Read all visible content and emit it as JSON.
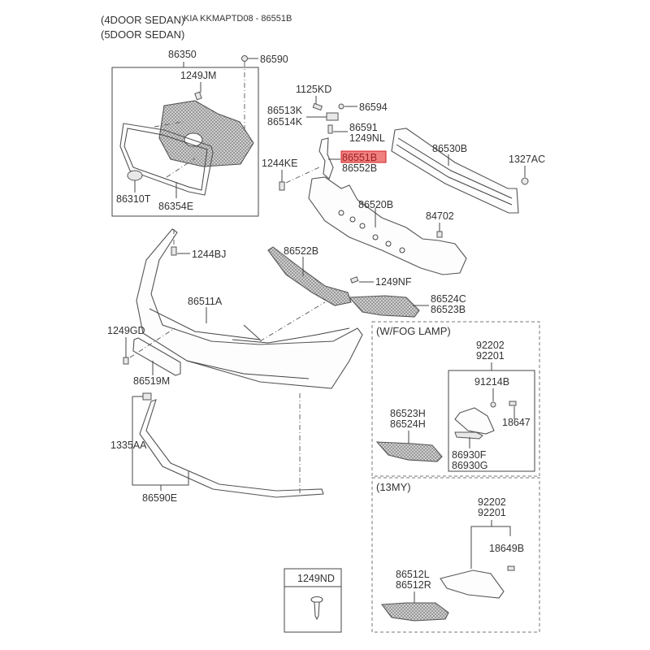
{
  "title": "KIA KKMAPTD08 - 86551B",
  "variants": [
    "(4DOOR SEDAN)",
    "(5DOOR SEDAN)"
  ],
  "highlight": {
    "part": "86551B",
    "fill": "#f08080",
    "stroke": "#d02020"
  },
  "groups": {
    "fog_lamp": {
      "label": "(W/FOG LAMP)"
    },
    "my13": {
      "label": "(13MY)"
    },
    "fastener_box": {
      "label": "1249ND"
    }
  },
  "labels": {
    "p86350": "86350",
    "p86590": "86590",
    "p1249JM": "1249JM",
    "p86310T": "86310T",
    "p86354E": "86354E",
    "p1125KD": "1125KD",
    "p86594": "86594",
    "p86513K": "86513K",
    "p86514K": "86514K",
    "p86591": "86591",
    "p1249NL": "1249NL",
    "p86551B": "86551B",
    "p86552B": "86552B",
    "p1244KE": "1244KE",
    "p86530B": "86530B",
    "p1327AC": "1327AC",
    "p86520B": "86520B",
    "p84702": "84702",
    "p1244BJ": "1244BJ",
    "p86522B": "86522B",
    "p1249NF": "1249NF",
    "p86511A": "86511A",
    "p86524C": "86524C",
    "p86523B": "86523B",
    "p1249GD": "1249GD",
    "p86519M": "86519M",
    "p1335AA": "1335AA",
    "p86590E": "86590E",
    "fog_92202": "92202",
    "fog_92201": "92201",
    "fog_91214B": "91214B",
    "fog_18647": "18647",
    "fog_86523H": "86523H",
    "fog_86524H": "86524H",
    "fog_86930F": "86930F",
    "fog_86930G": "86930G",
    "my_92202": "92202",
    "my_92201": "92201",
    "my_18649B": "18649B",
    "my_86512L": "86512L",
    "my_86512R": "86512R"
  }
}
